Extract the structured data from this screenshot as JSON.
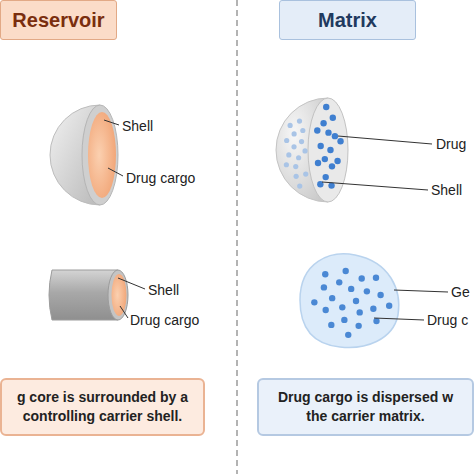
{
  "diagram": {
    "nodes": [
      {
        "text": [
          "Reservoir"
        ]
      },
      {
        "text": [
          "Matrix"
        ]
      },
      {
        "text": [
          "g core is surrounded by a controlling carrier shell."
        ]
      },
      {
        "text": [
          "Drug cargo is dispersed w the carrier matrix."
        ]
      }
    ],
    "labels": [
      "Shell",
      "Drug cargo",
      "Shell",
      "Drug cargo",
      "Drug",
      "Shell",
      "Ge",
      "Drug c"
    ]
  }
}
